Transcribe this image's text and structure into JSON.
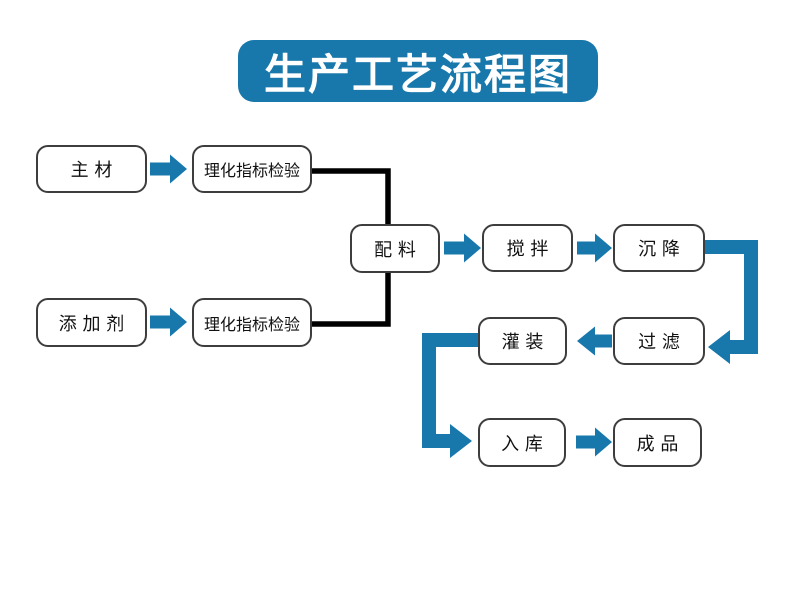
{
  "title": "生产工艺流程图",
  "colors": {
    "accent_blue": "#1878ab",
    "connector_black": "#000000",
    "box_border": "#3d3d3d",
    "box_bg": "#ffffff",
    "title_text": "#ffffff"
  },
  "nodes": [
    {
      "id": "main-material",
      "label": "主 材"
    },
    {
      "id": "inspection-top",
      "label": "理化指标检验"
    },
    {
      "id": "additive",
      "label": "添 加 剂"
    },
    {
      "id": "inspection-bottom",
      "label": "理化指标检验"
    },
    {
      "id": "mixing",
      "label": "配 料"
    },
    {
      "id": "stirring",
      "label": "搅 拌"
    },
    {
      "id": "settling",
      "label": "沉 降"
    },
    {
      "id": "filling",
      "label": "灌 装"
    },
    {
      "id": "filtering",
      "label": "过 滤"
    },
    {
      "id": "warehousing",
      "label": "入 库"
    },
    {
      "id": "finished-product",
      "label": "成 品"
    }
  ]
}
